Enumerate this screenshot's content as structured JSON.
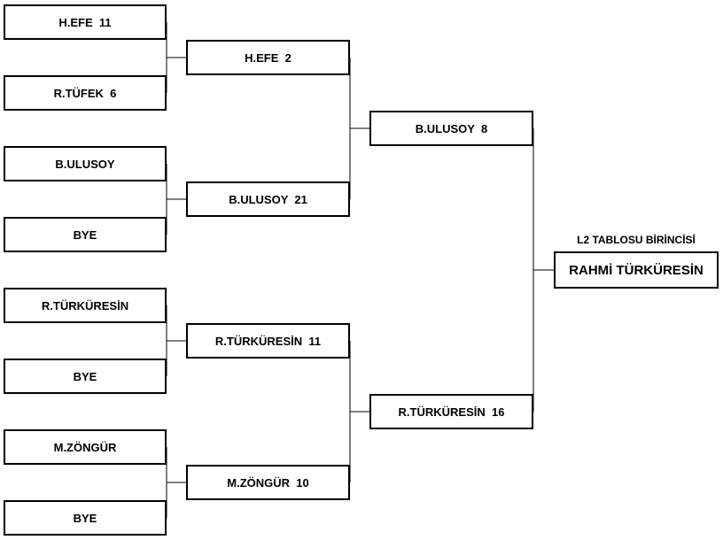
{
  "round1": [
    "H.EFE  11",
    "R.TÜFEK  6",
    "B.ULUSOY",
    "BYE",
    "R.TÜRKÜRESİN",
    "BYE",
    "M.ZÖNGÜR",
    "BYE"
  ],
  "round2": [
    "H.EFE  2",
    "B.ULUSOY  21",
    "R.TÜRKÜRESİN  11",
    "M.ZÖNGÜR  10"
  ],
  "round3": [
    "B.ULUSOY  8",
    "R.TÜRKÜRESİN  16"
  ],
  "winner": {
    "title": "L2 TABLOSU BİRİNCİSİ",
    "name": "RAHMİ TÜRKÜRESİN"
  }
}
